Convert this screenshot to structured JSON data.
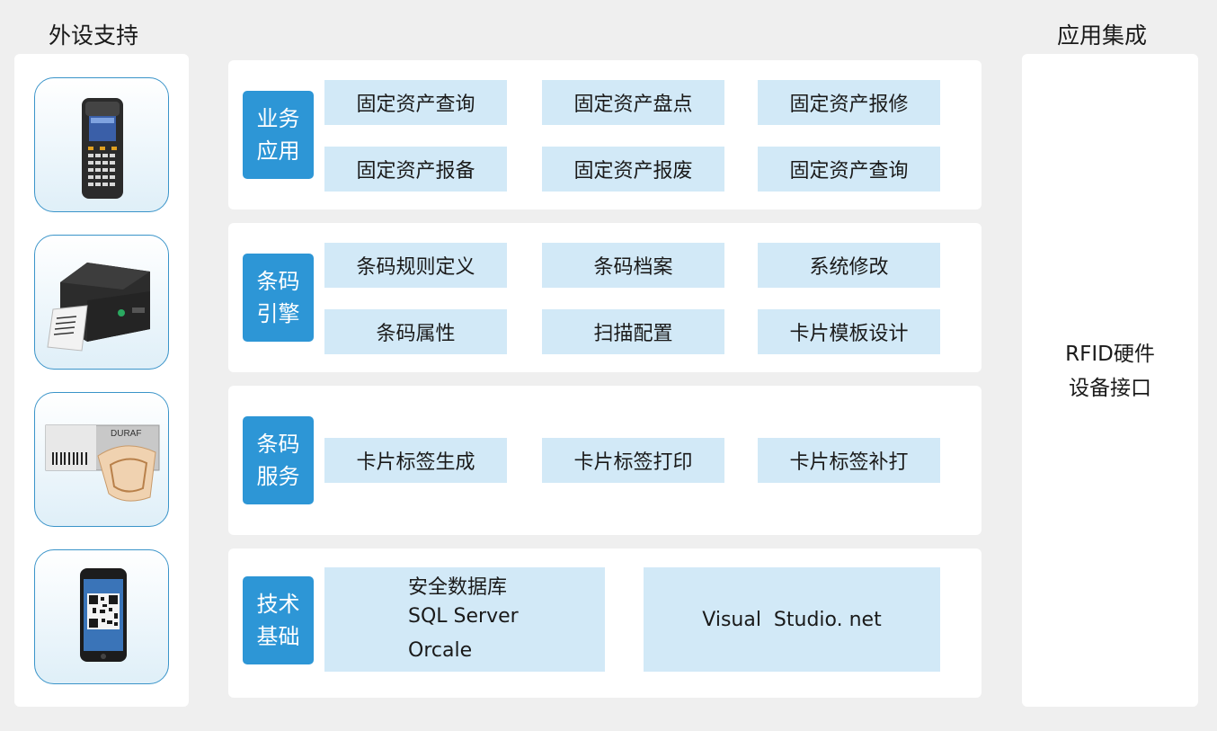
{
  "headings": {
    "left": "外设支持",
    "right": "应用集成"
  },
  "devices": [
    {
      "name": "handheld-terminal-icon"
    },
    {
      "name": "barcode-printer-icon"
    },
    {
      "name": "rfid-label-icon"
    },
    {
      "name": "smartphone-qr-icon"
    }
  ],
  "right_panel": {
    "line1": "RFID硬件",
    "line2": "设备接口"
  },
  "layers": [
    {
      "label_line1": "业务",
      "label_line2": "应用",
      "items": [
        "固定资产查询",
        "固定资产盘点",
        "固定资产报修",
        "固定资产报备",
        "固定资产报废",
        "固定资产查询"
      ]
    },
    {
      "label_line1": "条码",
      "label_line2": "引擎",
      "items": [
        "条码规则定义",
        "条码档案",
        "系统修改",
        "条码属性",
        "扫描配置",
        "卡片模板设计"
      ]
    },
    {
      "label_line1": "条码",
      "label_line2": "服务",
      "items": [
        "卡片标签生成",
        "卡片标签打印",
        "卡片标签补打"
      ]
    },
    {
      "label_line1": "技术",
      "label_line2": "基础",
      "db_lines": [
        "安全数据库",
        "SQL Server",
        "Orcale"
      ],
      "vs_text": "Visual  Studio. net"
    }
  ],
  "colors": {
    "background": "#efefef",
    "panel": "#ffffff",
    "label_blue": "#2d96d6",
    "cell_blue": "#d2e9f7",
    "device_border": "#3a94c9"
  }
}
